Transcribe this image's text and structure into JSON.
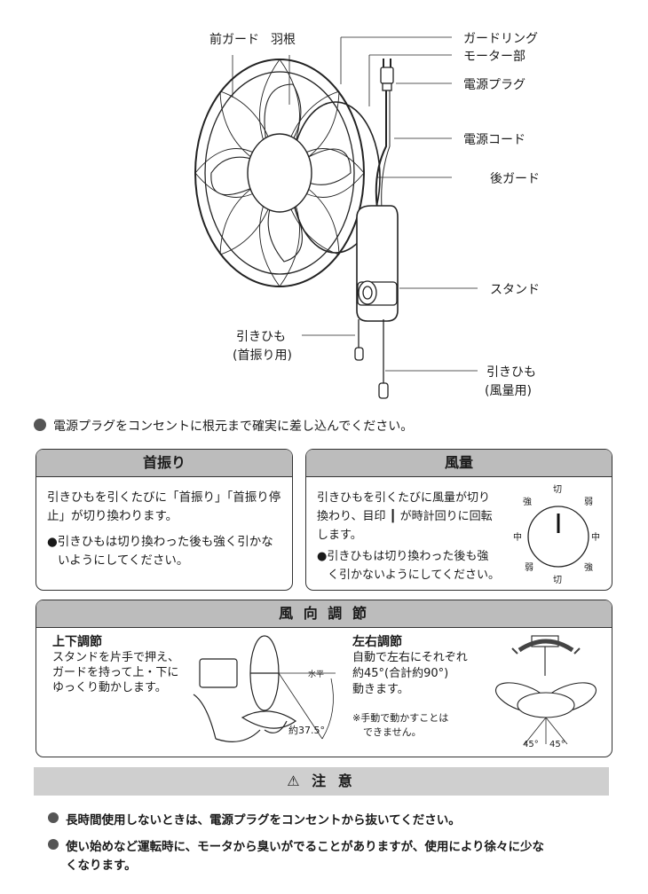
{
  "labels": {
    "front_guard": "前ガード",
    "blade": "羽根",
    "guard_ring": "ガードリング",
    "motor": "モーター部",
    "plug": "電源プラグ",
    "cord": "電源コード",
    "rear_guard": "後ガード",
    "stand": "スタンド",
    "pull_cord_swing_1": "引きひも",
    "pull_cord_swing_2": "(首振り用)",
    "pull_cord_fan_1": "引きひも",
    "pull_cord_fan_2": "(風量用)"
  },
  "instruction": "電源プラグをコンセントに根元まで確実に差し込んでください。",
  "swing": {
    "title": "首振り",
    "text1": "引きひもを引くたびに「首振り」「首振り停",
    "text2": "止」が切り換わります。",
    "note1": "●引きひもは切り換わった後も強く引かな",
    "note2": "いようにしてください。"
  },
  "airflow": {
    "title": "風量",
    "text1": "引きひもを引くたびに風量が切り",
    "text2": "換わり、目印 ┃ が時計回りに回転",
    "text3": "します。",
    "note1": "●引きひもは切り換わった後も強",
    "note2": "く引かないようにしてください。",
    "dial": {
      "off_top": "切",
      "strong_tl": "強",
      "weak_tr": "弱",
      "mid_left": "中",
      "mid_right": "中",
      "weak_bl": "弱",
      "strong_br": "強",
      "off_bottom": "切"
    }
  },
  "direction": {
    "title": "風 向 調 節",
    "vertical_title": "上下調節",
    "vertical_1": "スタンドを片手で押え、",
    "vertical_2": "ガードを持って上・下に",
    "vertical_3": "ゆっくり動かします。",
    "horizontal_label": "水平",
    "angle_label": "約37.5°",
    "lr_title": "左右調節",
    "lr_1": "自動で左右にそれぞれ",
    "lr_2": "約45°(合計約90°)",
    "lr_3": "動きます。",
    "lr_note1": "※手動で動かすことは",
    "lr_note2": "できません。",
    "angle_left": "45°",
    "angle_right": "45°"
  },
  "caution": {
    "title": "注 意",
    "item1": "長時間使用しないときは、電源プラグをコンセントから抜いてください。",
    "item2a": "使い始めなど運転時に、モータから臭いがでることがありますが、使用により徐々に少な",
    "item2b": "くなります。"
  }
}
